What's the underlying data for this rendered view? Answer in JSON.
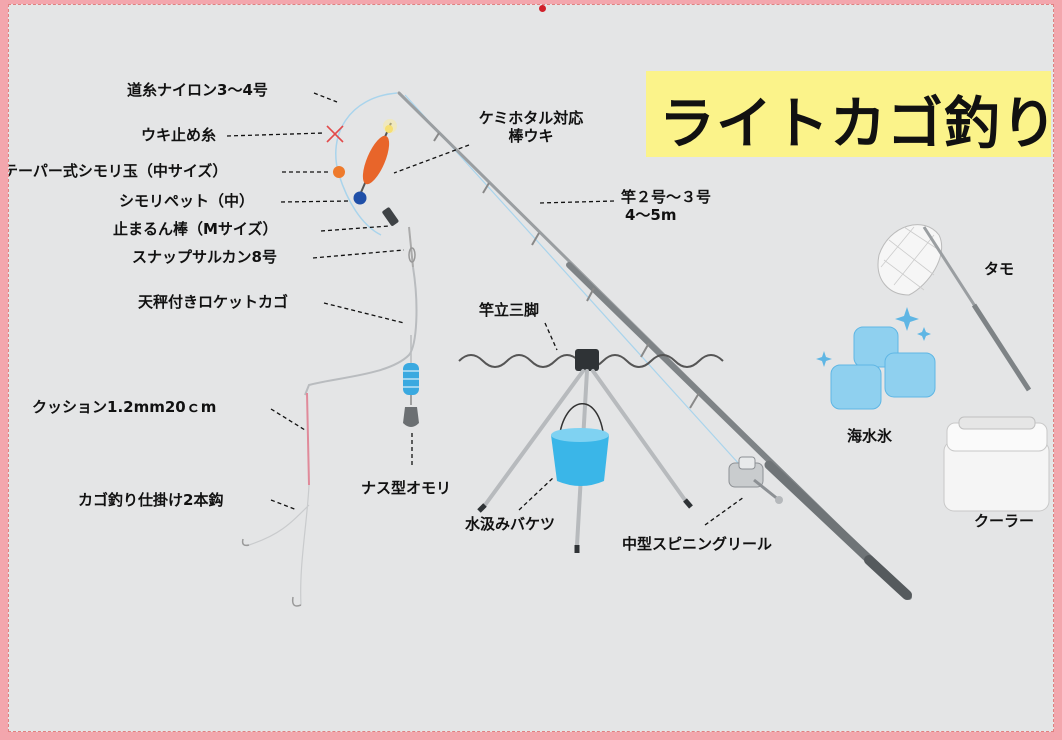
{
  "title": "ライトカゴ釣り",
  "labels": {
    "michiito": "道糸ナイロン3〜4号",
    "ukidome": "ウキ止め糸",
    "shimoridama": "テーパー式シモリ玉（中サイズ）",
    "shimoripet": "シモリペット（中）",
    "tomarunbo": "止まるん棒（Mサイズ）",
    "snap": "スナップサルカン8号",
    "rocket": "天秤付きロケットカゴ",
    "cushion": "クッション1.2mm20ｃm",
    "shikake": "カゴ釣り仕掛け2本鈎",
    "omori": "ナス型オモリ",
    "float_line1": "ケミホタル対応",
    "float_line2": "棒ウキ",
    "rod_line1": "竿２号〜３号",
    "rod_line2": "4〜5m",
    "tripod": "竿立三脚",
    "bucket": "水汲みバケツ",
    "reel": "中型スピニングリール",
    "tamo": "タモ",
    "ice": "海水氷",
    "cooler": "クーラー"
  },
  "colors": {
    "title_bg": "#fbf38a",
    "page_border": "#f3a6ad",
    "background": "#e4e5e6",
    "rod": "#8f9396",
    "float": "#e8652a",
    "bead_orange": "#ee7a2c",
    "bead_blue": "#1f4fa8",
    "bucket": "#3ab6e8",
    "ice": "#8fd0ef",
    "line": "#a9d4ec",
    "ukidome_mark": "#e24a4a"
  },
  "icons": [
    "ukidome-x-icon",
    "float-icon",
    "bead-icon",
    "weight-icon",
    "basket-icon",
    "hook-icon",
    "rod-icon",
    "tripod-icon",
    "bucket-icon",
    "reel-icon",
    "net-icon",
    "ice-icon",
    "cooler-icon"
  ]
}
